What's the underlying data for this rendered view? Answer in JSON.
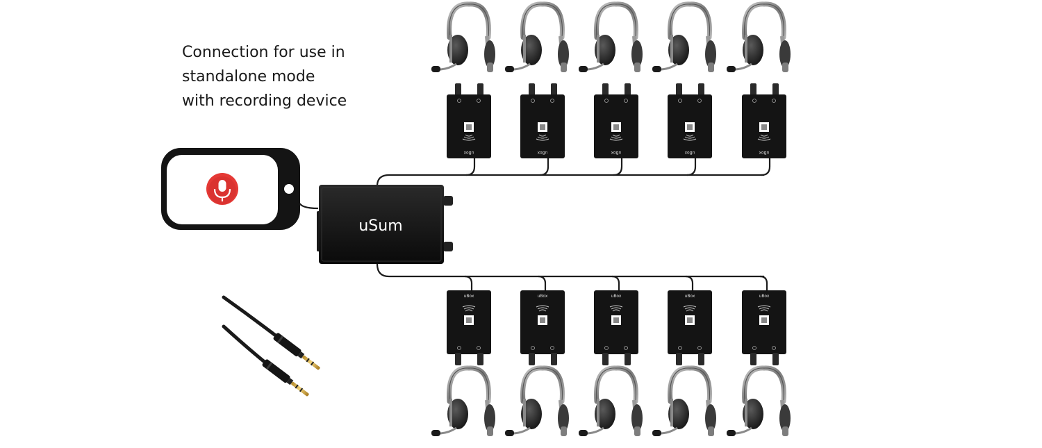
{
  "caption": {
    "lines": [
      "Connection for use in",
      "standalone mode",
      "with recording device"
    ]
  },
  "hub": {
    "label": "uSum"
  },
  "recorder": {
    "icon": "microphone-icon",
    "accent": "#e53935"
  },
  "top_units": {
    "count": 5,
    "brand_label": "uBox"
  },
  "bottom_units": {
    "count": 5,
    "brand_label": "uBox"
  },
  "cable": {
    "icon": "audio-jack-cable-icon"
  },
  "colors": {
    "device_body": "#141414",
    "cable": "#1c1c1c",
    "headset_metal": "#8a8a8a",
    "headset_pad": "#2a2a2a"
  }
}
